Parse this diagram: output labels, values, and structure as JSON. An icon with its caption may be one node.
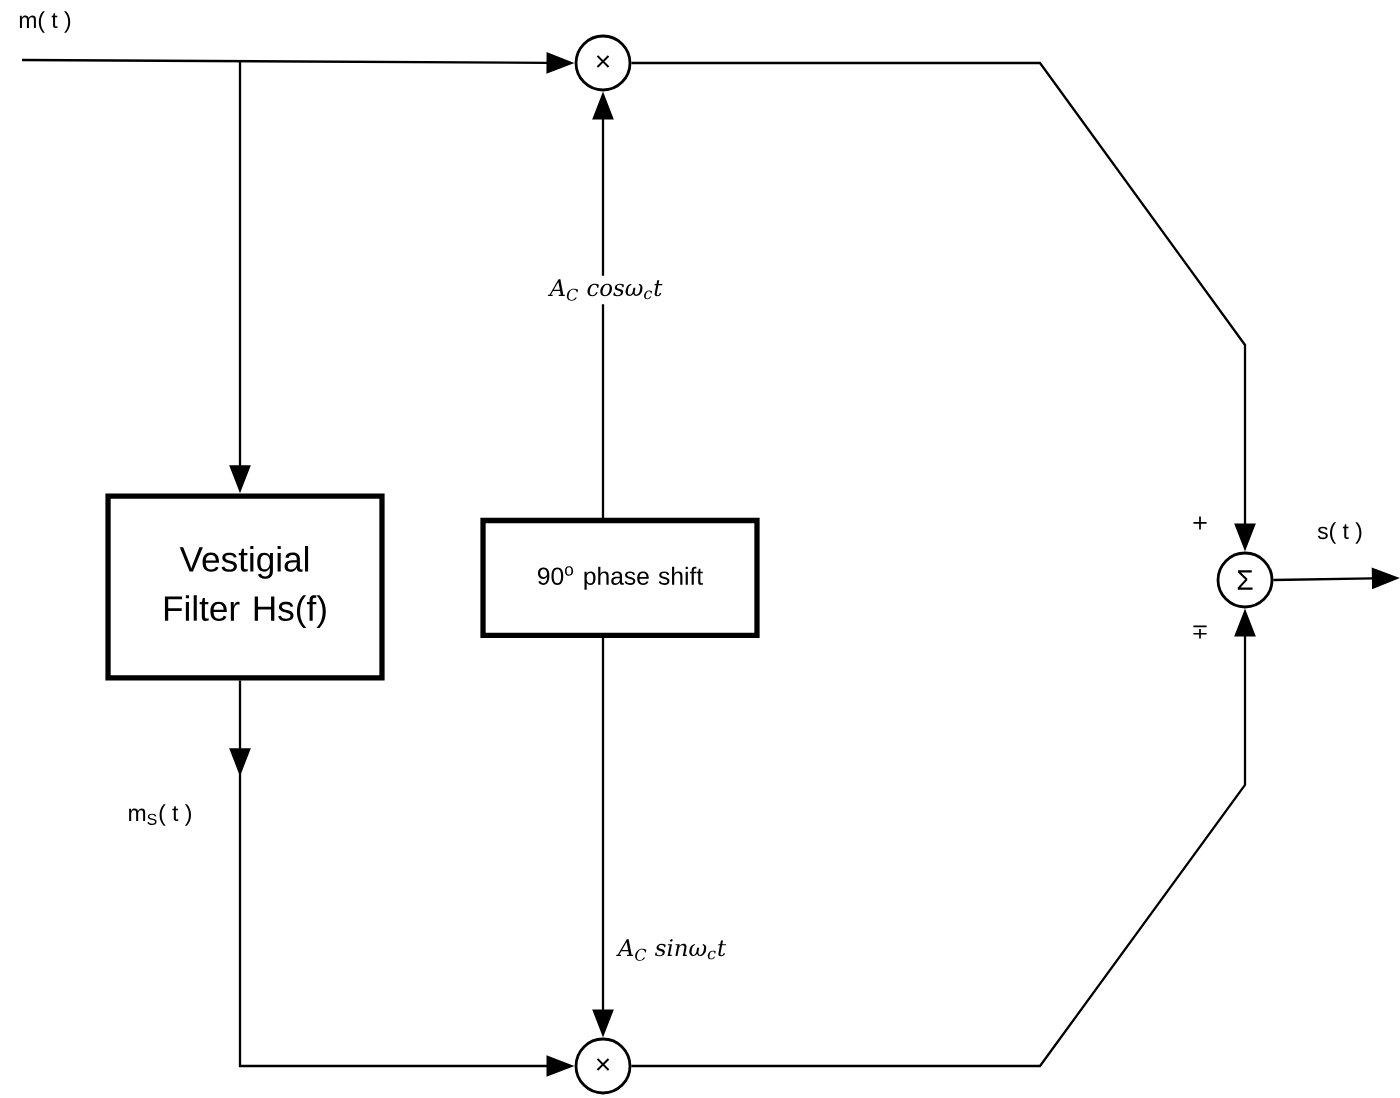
{
  "diagram": {
    "nodes": [
      {
        "text": [
          "×"
        ]
      },
      {
        "text": [
          "Vestigial Filter Hs(f)"
        ]
      },
      {
        "text": [
          "90$^{o}$ phase shift"
        ]
      },
      {
        "text": [
          "×"
        ]
      },
      {
        "text": [
          "Σ"
        ],
        "beside": [
          "+",
          "∓"
        ]
      }
    ],
    "edges": [
      {
        "from": null,
        "to": 0,
        "arrow": "to",
        "label": "m( t )"
      },
      {
        "from": null,
        "to": 1,
        "arrow": "to"
      },
      {
        "from": 1,
        "to": 3,
        "arrow": "to",
        "label": "m$_{S}$( t )"
      },
      {
        "from": 2,
        "to": 0,
        "arrow": "to",
        "label": "A$_{C}$ cosω$_{c}$t"
      },
      {
        "from": 2,
        "to": 3,
        "arrow": "to",
        "label": "A$_{C}$ sinω$_{c}$t"
      },
      {
        "from": 0,
        "to": 4,
        "arrow": "to"
      },
      {
        "from": 3,
        "to": 4,
        "arrow": "to"
      },
      {
        "from": 4,
        "to": null,
        "arrow": "to",
        "label": "s( t )"
      }
    ]
  }
}
